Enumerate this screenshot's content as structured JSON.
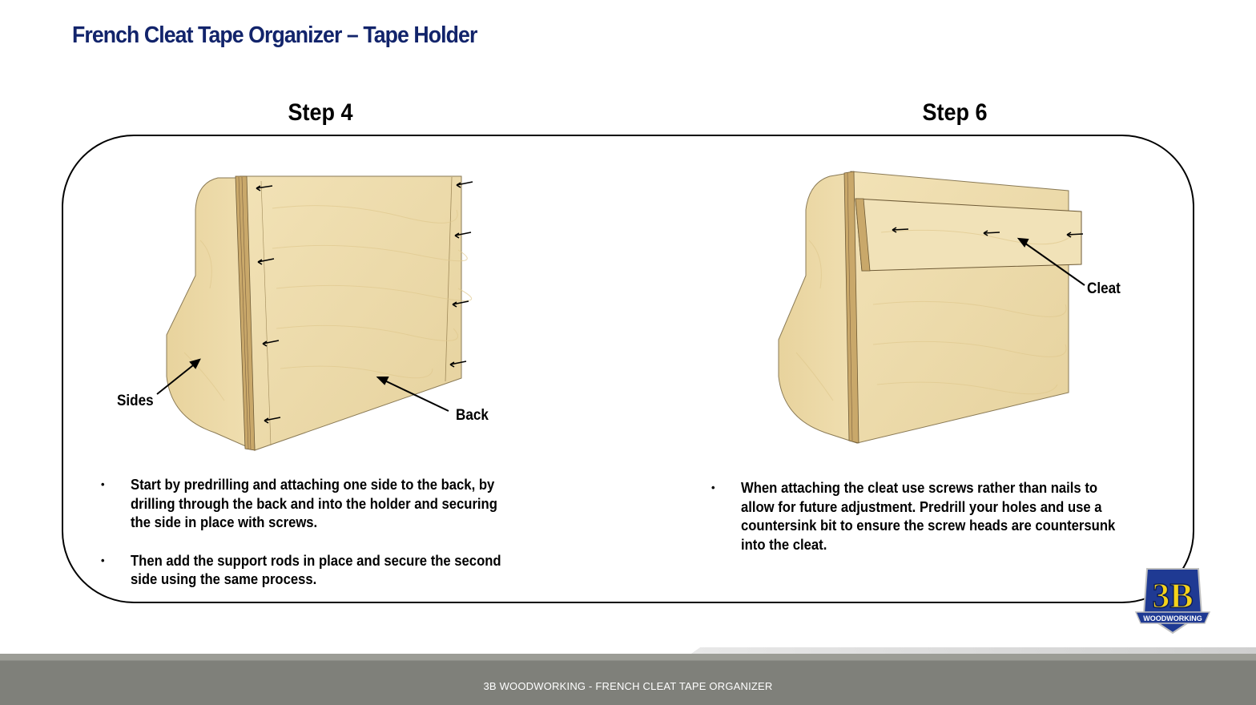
{
  "page": {
    "title": "French Cleat Tape Organizer – Tape Holder"
  },
  "steps": [
    {
      "heading": "Step 4",
      "labels": {
        "sides": "Sides",
        "back": "Back"
      },
      "bullets": [
        "Start by predrilling and attaching one side to the back, by drilling through the back and into the holder and securing the side in place with screws.",
        "Then add the support rods in place and secure the second side using the same process."
      ]
    },
    {
      "heading": "Step 6",
      "labels": {
        "cleat": "Cleat"
      },
      "bullets": [
        "When attaching the cleat use screws rather than nails to allow for future adjustment.  Predrill your holes and use a countersink bit to ensure the screw heads are countersunk into the cleat."
      ]
    }
  ],
  "logo": {
    "text": "3B",
    "subtext": "WOODWORKING"
  },
  "footer": {
    "text": "3B WOODWORKING - FRENCH CLEAT TAPE ORGANIZER"
  },
  "colors": {
    "title": "#12246b",
    "wood": "#eddcad",
    "wood_side": "#e4d09a",
    "footer": "#7f807a",
    "logo_blue": "#1f3a93",
    "logo_yellow": "#f5d21a"
  }
}
